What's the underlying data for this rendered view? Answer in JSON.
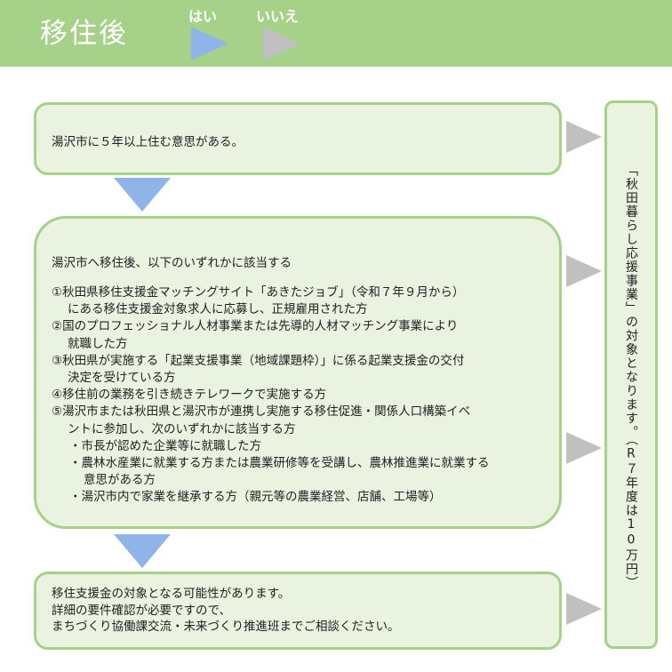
{
  "header": {
    "title": "移住後",
    "legend_yes": "はい",
    "legend_no": "いいえ",
    "bg_color": "#a6d188",
    "yes_color": "#8fb5e8",
    "no_color": "#c0c0c0"
  },
  "question1": "湯沢市に５年以上住む意思がある。",
  "question2": {
    "intro": "湯沢市へ移住後、以下のいずれかに該当する",
    "conditions": [
      "①秋田県移住支援金マッチングサイト「あきたジョブ」（令和７年９月から）",
      "にある移住支援金対象求人に応募し、正規雇用された方",
      "②国のプロフェッショナル人材事業または先導的人材マッチング事業により",
      "就職した方",
      "③秋田県が実施する「起業支援事業（地域課題枠）」に係る起業支援金の交付",
      "決定を受けている方",
      "④移住前の業務を引き続きテレワークで実施する方",
      "⑤湯沢市または秋田県と湯沢市が連携し実施する移住促進・関係人口構築イベ",
      "ントに参加し、次のいずれかに該当する方"
    ],
    "sub_conditions": [
      "・市長が認めた企業等に就職した方",
      "・農林水産業に就業する方または農業研修等を受講し、農林推進業に就業する",
      "意思がある方",
      "・湯沢市内で家業を継承する方（親元等の農業経営、店舗、工場等）"
    ]
  },
  "result_yes": {
    "line1": "移住支援金の対象となる可能性があります。",
    "line2": "詳細の要件確認が必要ですので、",
    "line3": "まちづくり協働課交流・未来づくり推進班までご相談ください。"
  },
  "result_no": "「秋田暮らし応援事業」の対象となります。（R７年度は10万円）"
}
